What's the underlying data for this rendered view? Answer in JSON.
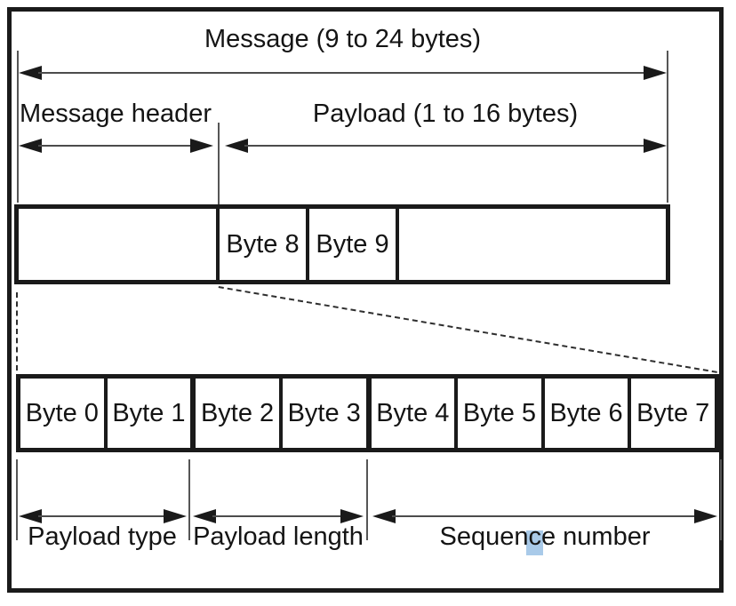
{
  "colors": {
    "selection_highlight": "#a9cae9",
    "line": "#1a1a1a"
  },
  "annotations": {
    "message_span": "Message (9 to 24 bytes)",
    "message_header_span": "Message header",
    "payload_span": "Payload (1 to 16 bytes)",
    "payload_type": "Payload type",
    "payload_length": "Payload length",
    "sequence_number": "Sequence number",
    "sequence_number_parts": {
      "before": "Sequen",
      "selected": "c",
      "after": "e number"
    }
  },
  "message_bar": {
    "bytes": [
      "Byte 8",
      "Byte 9"
    ]
  },
  "detail_bar": {
    "bytes": [
      "Byte 0",
      "Byte 1",
      "Byte 2",
      "Byte 3",
      "Byte 4",
      "Byte 5",
      "Byte 6",
      "Byte 7"
    ]
  }
}
